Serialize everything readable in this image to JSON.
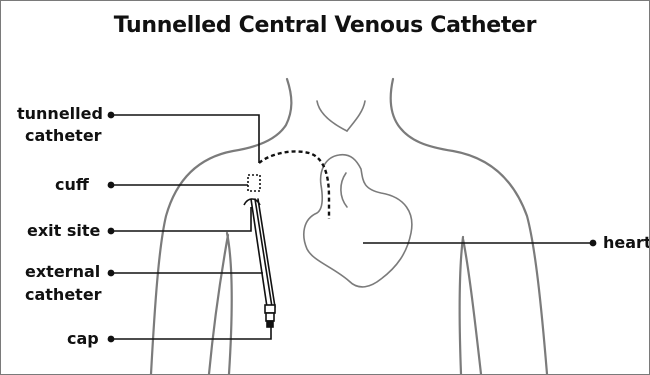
{
  "title": "Tunnelled Central Venous Catheter",
  "labels": {
    "tunnelled_catheter_line1": "tunnelled",
    "tunnelled_catheter_line2": "catheter",
    "cuff": "cuff",
    "exit_site": "exit site",
    "external_catheter_line1": "external",
    "external_catheter_line2": "catheter",
    "cap": "cap",
    "heart": "heart"
  },
  "colors": {
    "outline": "#7b7b7b",
    "leader": "#111111",
    "text": "#111111",
    "border": "#7a7a7a"
  }
}
